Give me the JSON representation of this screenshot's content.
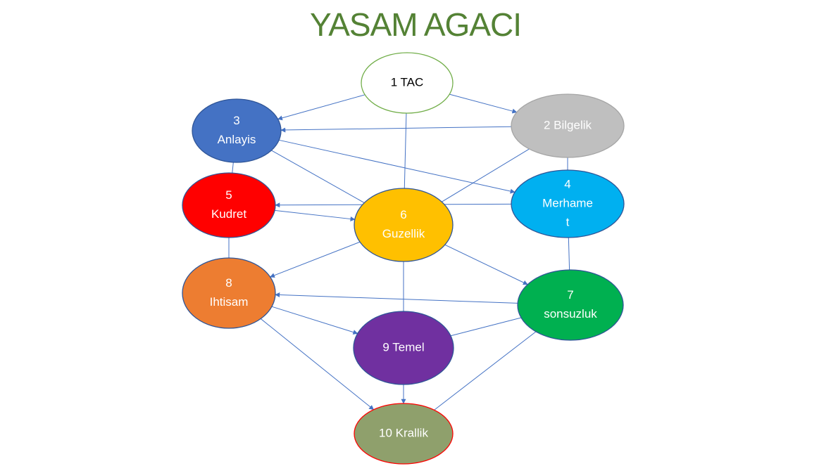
{
  "title": "YASAM AGACI",
  "colors": {
    "title": "#548235",
    "edge": "#4472C4"
  },
  "nodes": [
    {
      "id": "n1",
      "lines": [
        "1 TAC"
      ],
      "fill": "#ffffff",
      "stroke": "#70AD47",
      "text": "#000000"
    },
    {
      "id": "n2",
      "lines": [
        "2 Bilgelik"
      ],
      "fill": "#BFBFBF",
      "stroke": "#A5A5A5",
      "text": "#ffffff"
    },
    {
      "id": "n3",
      "lines": [
        "3",
        "Anlayis"
      ],
      "fill": "#4472C4",
      "stroke": "#2F5597",
      "text": "#ffffff"
    },
    {
      "id": "n4",
      "lines": [
        "4",
        "Merhame",
        "t"
      ],
      "fill": "#00B0F0",
      "stroke": "#2F5597",
      "text": "#ffffff"
    },
    {
      "id": "n5",
      "lines": [
        "5",
        "Kudret"
      ],
      "fill": "#FF0000",
      "stroke": "#2F5597",
      "text": "#ffffff"
    },
    {
      "id": "n6",
      "lines": [
        "6",
        "Guzellik"
      ],
      "fill": "#FFC000",
      "stroke": "#2F5597",
      "text": "#ffffff"
    },
    {
      "id": "n7",
      "lines": [
        "7",
        "sonsuzluk"
      ],
      "fill": "#00B050",
      "stroke": "#2F5597",
      "text": "#ffffff"
    },
    {
      "id": "n8",
      "lines": [
        "8",
        "Ihtisam"
      ],
      "fill": "#ED7D31",
      "stroke": "#2F5597",
      "text": "#ffffff"
    },
    {
      "id": "n9",
      "lines": [
        "9 Temel"
      ],
      "fill": "#7030A0",
      "stroke": "#2F5597",
      "text": "#ffffff"
    },
    {
      "id": "n10",
      "lines": [
        "10 Krallik"
      ],
      "fill": "#8FA06C",
      "stroke": "#FF0000",
      "text": "#ffffff"
    }
  ],
  "edges": [
    {
      "from": "n1",
      "to": "n3",
      "arrow": true
    },
    {
      "from": "n1",
      "to": "n2",
      "arrow": true
    },
    {
      "from": "n2",
      "to": "n3",
      "arrow": true
    },
    {
      "from": "n1",
      "to": "n6",
      "arrow": false
    },
    {
      "from": "n2",
      "to": "n6",
      "arrow": false
    },
    {
      "from": "n3",
      "to": "n6",
      "arrow": false
    },
    {
      "from": "n3",
      "to": "n4",
      "arrow": true
    },
    {
      "from": "n3",
      "to": "n5",
      "arrow": false
    },
    {
      "from": "n2",
      "to": "n4",
      "arrow": false
    },
    {
      "from": "n4",
      "to": "n5",
      "arrow": true
    },
    {
      "from": "n5",
      "to": "n6",
      "arrow": true
    },
    {
      "from": "n6",
      "to": "n8",
      "arrow": true
    },
    {
      "from": "n6",
      "to": "n7",
      "arrow": true
    },
    {
      "from": "n6",
      "to": "n9",
      "arrow": false
    },
    {
      "from": "n5",
      "to": "n8",
      "arrow": false
    },
    {
      "from": "n4",
      "to": "n7",
      "arrow": false
    },
    {
      "from": "n7",
      "to": "n8",
      "arrow": true
    },
    {
      "from": "n8",
      "to": "n9",
      "arrow": true
    },
    {
      "from": "n7",
      "to": "n9",
      "arrow": false
    },
    {
      "from": "n9",
      "to": "n10",
      "arrow": true
    },
    {
      "from": "n8",
      "to": "n10",
      "arrow": true
    },
    {
      "from": "n7",
      "to": "n10",
      "arrow": false
    }
  ]
}
